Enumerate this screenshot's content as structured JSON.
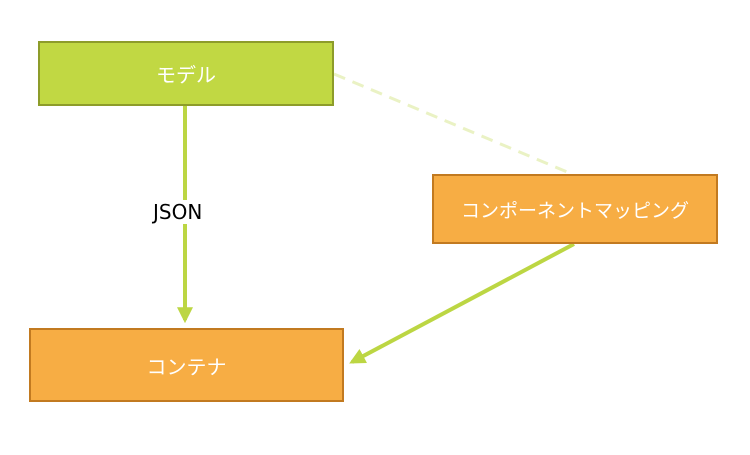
{
  "nodes": {
    "model": {
      "label": "モデル"
    },
    "component_mapping": {
      "label": "コンポーネントマッピング"
    },
    "container": {
      "label": "コンテナ"
    }
  },
  "edges": {
    "model_to_container": {
      "label": "JSON"
    }
  },
  "colors": {
    "green_fill": "#c1d843",
    "green_border": "#8d9c2a",
    "orange_fill": "#f7ad44",
    "orange_border": "#c27a20",
    "arrow": "#bcd643",
    "dashed_link": "#eaf2c4"
  }
}
